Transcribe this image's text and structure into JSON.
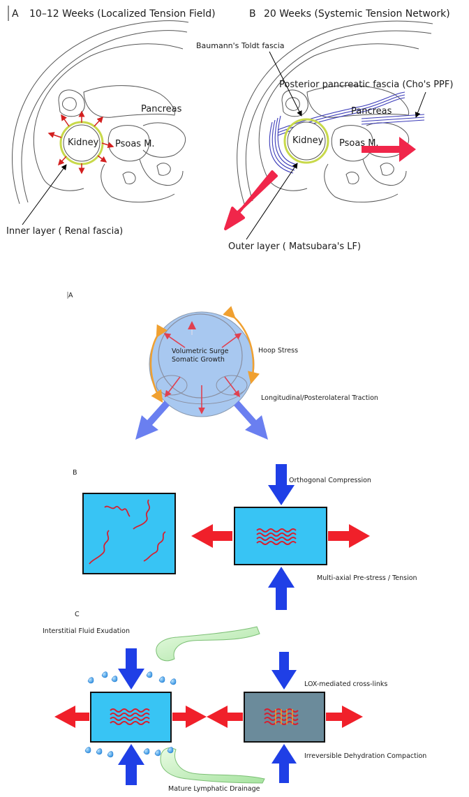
{
  "top": {
    "a": {
      "letter": "A",
      "title": "10–12 Weeks (Localized Tension Field)",
      "kidney": "Kidney",
      "pancreas": "Pancreas",
      "psoas": "Psoas M.",
      "inner_layer": "Inner layer ( Renal fascia)"
    },
    "b": {
      "letter": "B",
      "title": "20 Weeks (Systemic Tension Network)",
      "toldt": "Baumann's Toldt fascia",
      "ppf": "Posterior pancreatic fascia (Cho's PPF)",
      "pancreas": "Pancreas",
      "kidney": "Kidney",
      "psoas": "Psoas M.",
      "outer_layer": "Outer layer ( Matsubara's LF)"
    }
  },
  "panel_a": {
    "letter": "A",
    "surge_line1": "Volumetric Surge",
    "surge_line2": "Somatic Growth",
    "hoop": "Hoop Stress",
    "traction": "Longitudinal/Posterolateral Traction"
  },
  "panel_b": {
    "letter": "B",
    "compression": "Orthogonal Compression",
    "prestress": "Multi-axial Pre-stress / Tension"
  },
  "panel_c": {
    "letter": "C",
    "exudation": "Interstitial Fluid Exudation",
    "lox": "LOX-mediated cross-links",
    "dehydration": "Irreversible Dehydration Compaction",
    "drainage": "Mature Lymphatic Drainage"
  },
  "colors": {
    "cyan": "#38c4f4",
    "blue_arrow": "#1f3fe6",
    "red_arrow": "#f0202a",
    "tension_red": "#f0264a",
    "fascia_blue": "#3a3ab8",
    "hoop_orange": "#f0a030",
    "compacted_grey": "#6b8b9b"
  }
}
